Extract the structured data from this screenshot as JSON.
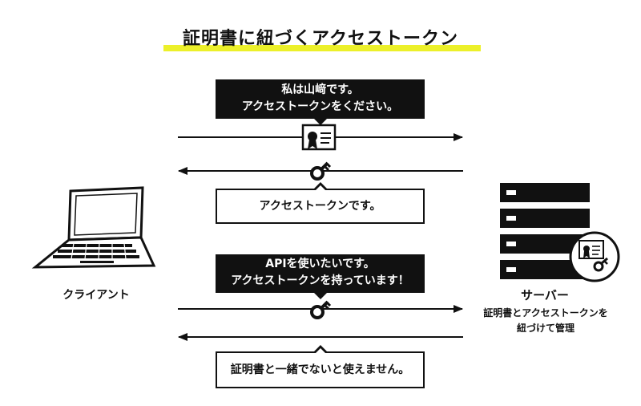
{
  "title": "証明書に紐づくアクセストークン",
  "messages": {
    "request_line1": "私は山﨑です。",
    "request_line2": "アクセストークンをください。",
    "response": "アクセストークンです。",
    "api_line1": "APIを使いたいです。",
    "api_line2": "アクセストークンを持っています！",
    "api_response": "証明書と一緒でないと使えません。"
  },
  "client": {
    "label": "クライアント"
  },
  "server": {
    "label": "サーバー",
    "desc_line1": "証明書とアクセストークンを",
    "desc_line2": "紐づけて管理"
  },
  "colors": {
    "highlight": "#ecf02a",
    "ink": "#111111"
  },
  "icons": [
    "laptop-icon",
    "server-icon",
    "certificate-icon",
    "key-icon"
  ]
}
